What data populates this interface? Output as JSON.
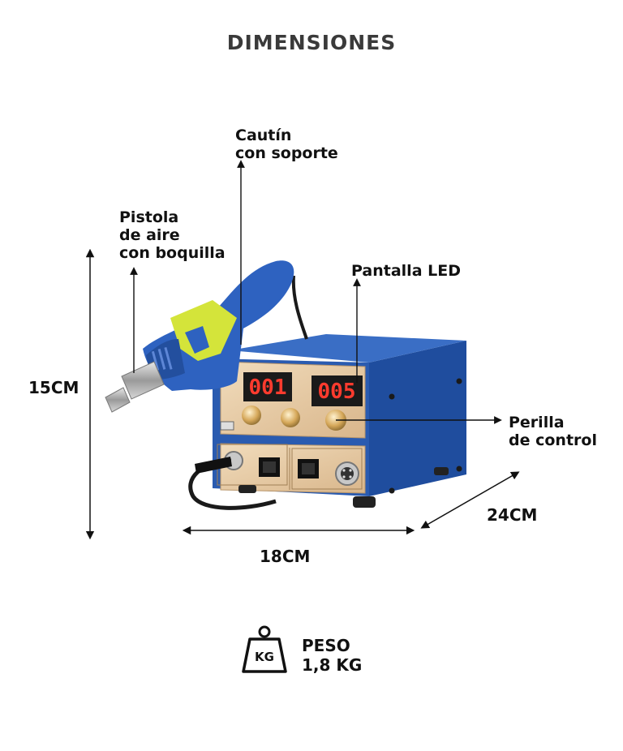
{
  "header": {
    "title": "DIMENSIONES"
  },
  "labels": {
    "iron": [
      "Cautín",
      "con soporte"
    ],
    "gun": [
      "Pistola",
      "de aire",
      "con boquilla"
    ],
    "display": "Pantalla LED",
    "knob": [
      "Perilla",
      "de control"
    ]
  },
  "dimensions": {
    "height": "15CM",
    "width": "18CM",
    "depth": "24CM"
  },
  "displays": {
    "left": "001",
    "right": "005"
  },
  "weight": {
    "icon": "kg-weight-icon",
    "badge": "KG",
    "label": "PESO",
    "value": "1,8 KG"
  },
  "colors": {
    "body_blue": "#2a5bb0",
    "panel_gold": "#e6caa3",
    "led_red": "#ff3b2e",
    "handle_yellow": "#d4e43a"
  }
}
